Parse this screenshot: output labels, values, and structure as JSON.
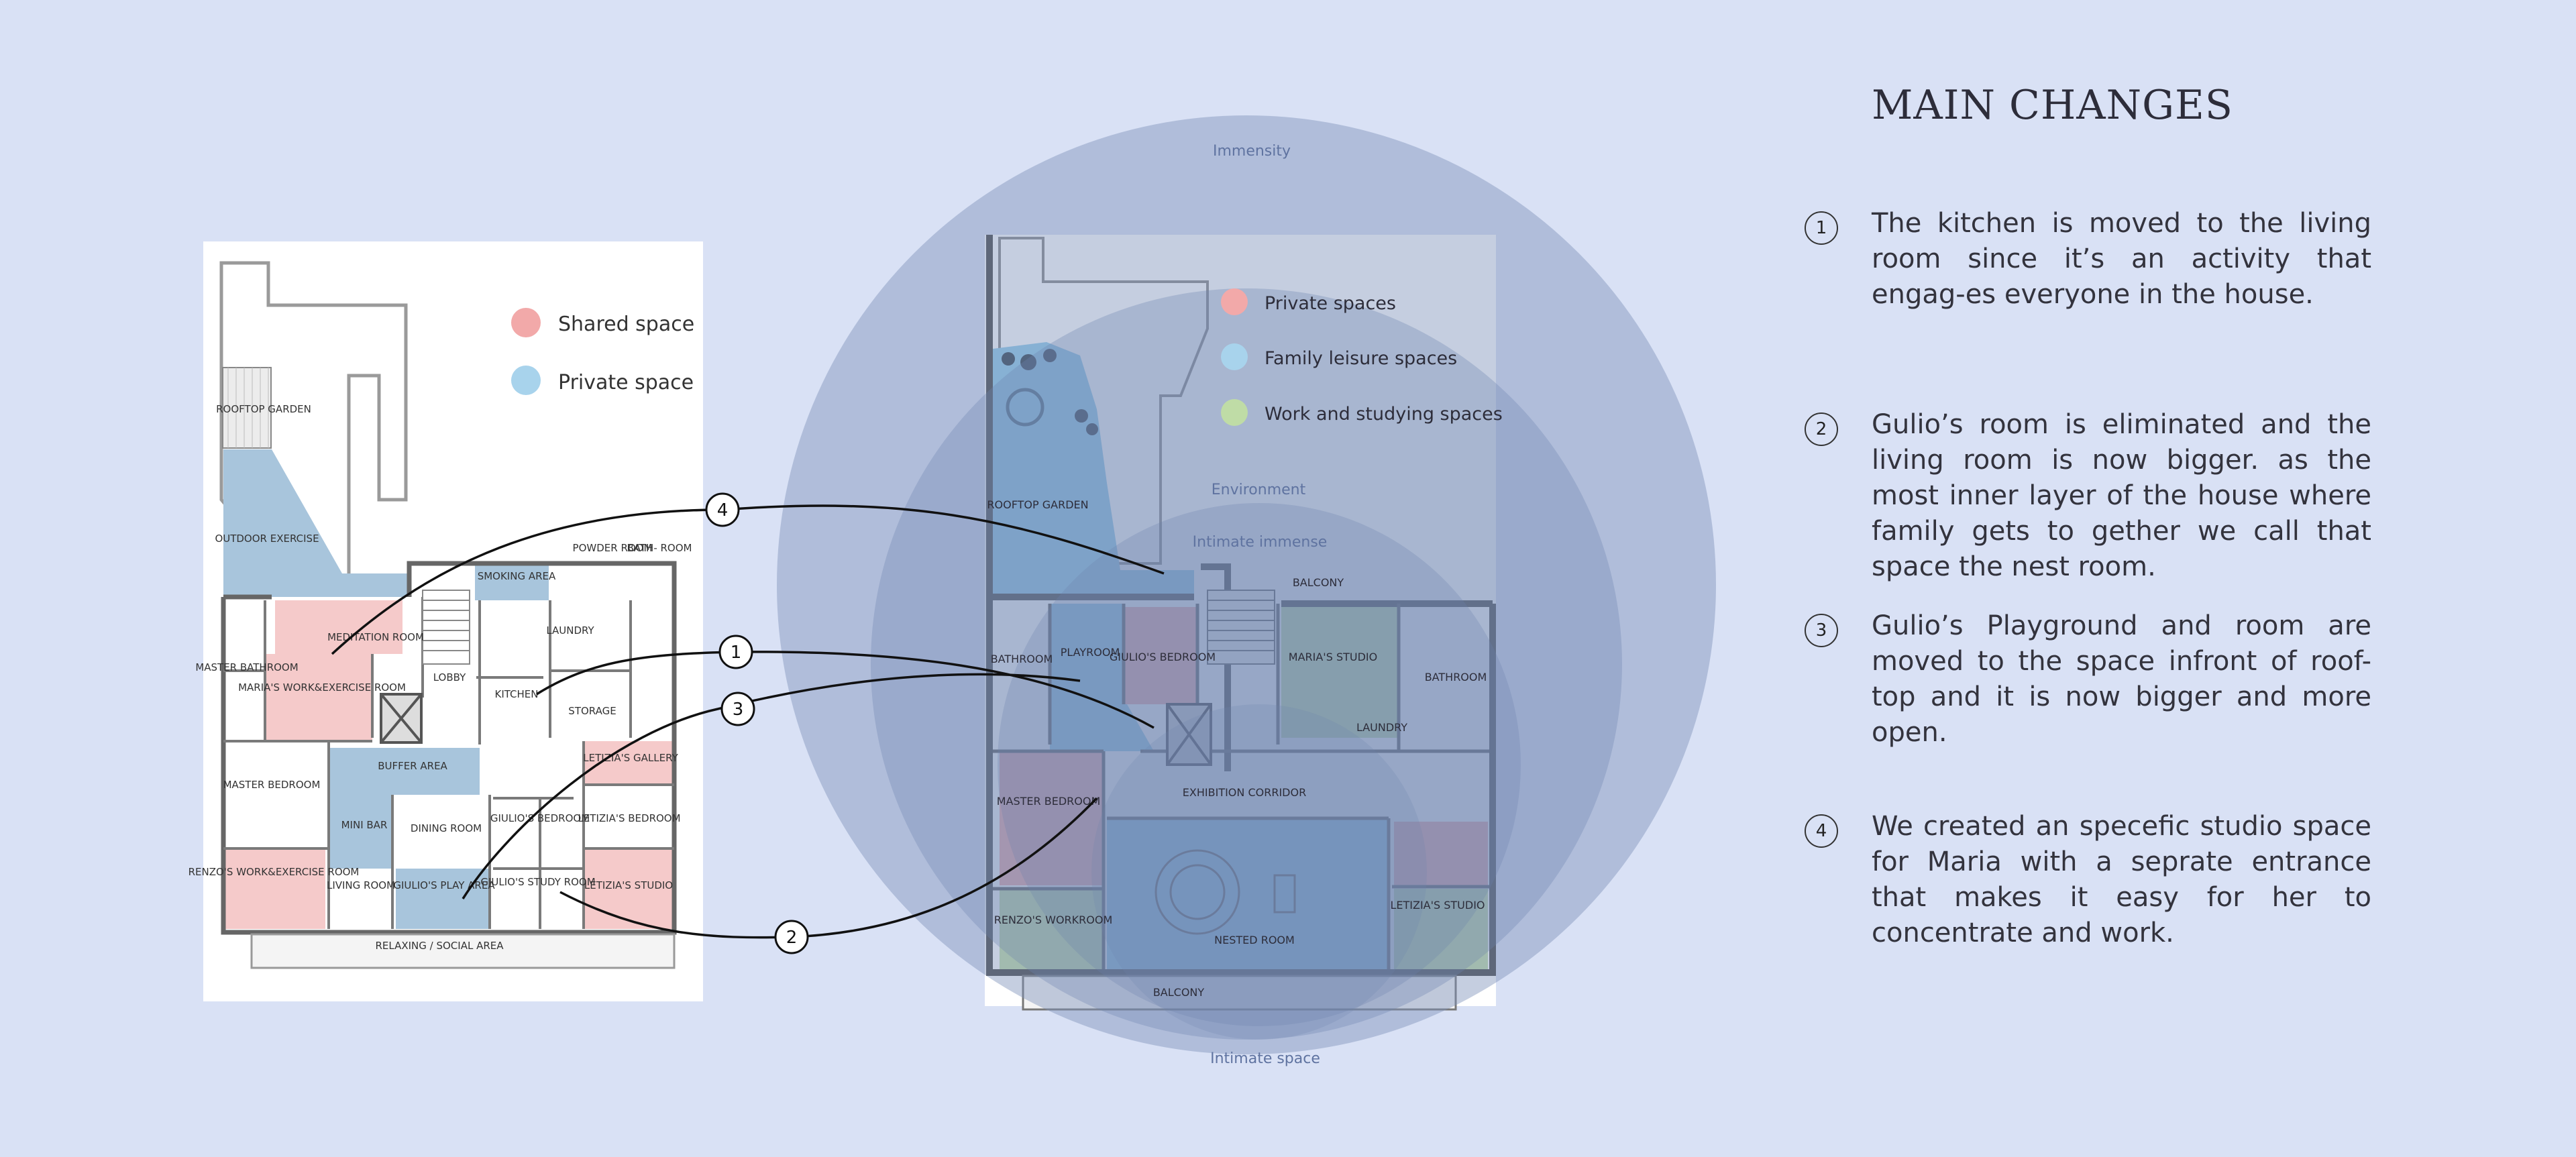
{
  "panel": {
    "heading": "MAIN CHANGES",
    "changes": [
      {
        "num": "1",
        "text": "The kitchen is moved to the living room since it’s an activity that engag-es everyone in the house."
      },
      {
        "num": "2",
        "text": "Gulio’s room is eliminated and the living room is now bigger. as the most inner layer of the house where family gets to gether we call that space the nest room."
      },
      {
        "num": "3",
        "text": "Gulio’s Playground and room are moved to the space infront of roof-top and it is now bigger and more open."
      },
      {
        "num": "4",
        "text": "We created an specefic studio space for Maria with a seprate entrance that makes it easy for her to concentrate and work."
      }
    ]
  },
  "old_plan": {
    "legend": [
      {
        "label": "Shared space",
        "color": "#f2a9a9"
      },
      {
        "label": "Private space",
        "color": "#a8d3ec"
      }
    ],
    "rooms": {
      "rooftop_garden": "ROOFTOP GARDEN",
      "outdoor_exercise": "OUTDOOR EXERCISE",
      "smoking_area": "SMOKING AREA",
      "powder_room": "POWDER ROOM",
      "bath_room": "BATH- ROOM",
      "meditation_room": "MEDITATION ROOM",
      "laundry": "LAUNDRY",
      "master_bathroom": "MASTER BATHROOM",
      "marias_work": "MARIA'S WORK&EXERCISE ROOM",
      "lobby": "LOBBY",
      "kitchen": "KITCHEN",
      "storage": "STORAGE",
      "buffer_area": "BUFFER AREA",
      "letizias_gallery": "LETIZIA'S GALLERY",
      "master_bedroom": "MASTER BEDROOM",
      "mini_bar": "MINI BAR",
      "dining_room": "DINING ROOM",
      "giulios_bedroom": "GIULIO'S BEDROOM",
      "letizias_bedroom": "LETIZIA'S BEDROOM",
      "renzos_work": "RENZO'S WORK&EXERCISE ROOM",
      "living_room": "LIVING ROOM",
      "giulios_play": "GIULIO'S PLAY AREA",
      "giulios_study": "GIULIO'S STUDY ROOM",
      "letizias_studio": "LETIZIA'S STUDIO",
      "relaxing": "RELAXING / SOCIAL AREA"
    }
  },
  "new_plan": {
    "legend": [
      {
        "label": "Private spaces",
        "color": "#f2a9a9"
      },
      {
        "label": "Family leisure spaces",
        "color": "#a8d3ec"
      },
      {
        "label": "Work and studying spaces",
        "color": "#bfdca6"
      }
    ],
    "circle_labels": {
      "immensity": "Immensity",
      "environment": "Environment",
      "intimate_immense": "Intimate immense",
      "intimate_space": "Intimate space"
    },
    "rooms": {
      "rooftop_garden": "ROOFTOP GARDEN",
      "balcony_top": "BALCONY",
      "bathroom_left": "BATHROOM",
      "playroom": "PLAYROOM",
      "giulios_bedroom": "GIULIO'S BEDROOM",
      "marias_studio": "MARIA'S STUDIO",
      "bathroom_right": "BATHROOM",
      "laundry": "LAUNDRY",
      "exhibition": "EXHIBITION CORRIDOR",
      "master_bedroom": "MASTER BEDROOM",
      "renzos_workroom": "RENZO'S WORKROOM",
      "nested_room": "NESTED ROOM",
      "letizias_studio": "LETIZIA'S STUDIO",
      "balcony_bottom": "BALCONY"
    }
  },
  "connectors": [
    "4",
    "1",
    "3",
    "2"
  ],
  "colors": {
    "background": "#d9e1f5",
    "shared": "#f2a9a9",
    "private": "#a8d3ec",
    "work": "#bfdca6",
    "circle": "#7e93bb",
    "wall": "#555555"
  }
}
